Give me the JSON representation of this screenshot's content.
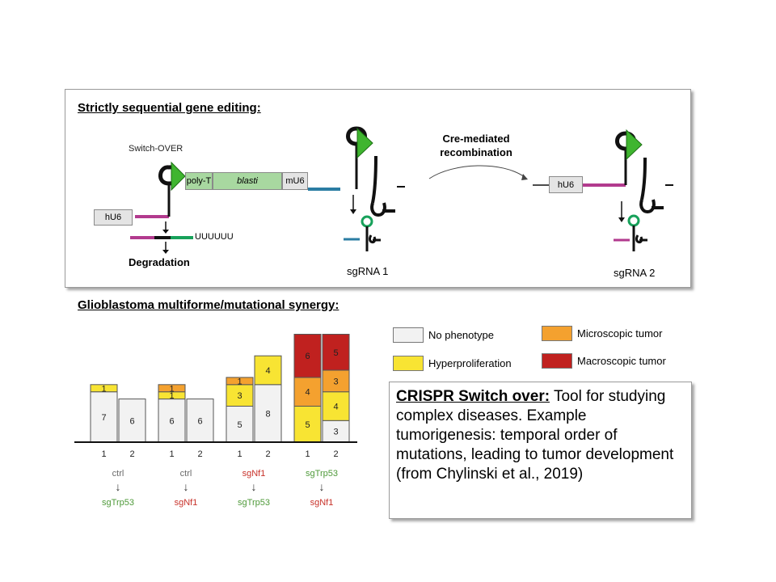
{
  "top": {
    "heading": "Strictly sequential gene editing:",
    "switch_over": "Switch-OVER",
    "hu6": "hU6",
    "poly_t": "poly-T",
    "blasti": "blasti",
    "mu6": "mU6",
    "uuuuuu": "UUUUUU",
    "degradation": "Degradation",
    "sgrna1": "sgRNA 1",
    "cre_line1": "Cre-mediated",
    "cre_line2": "recombination",
    "hu6_right": "hU6",
    "sgrna2": "sgRNA 2"
  },
  "bottom_heading": "Glioblastoma multiforme/mutational synergy:",
  "legend": {
    "no_phenotype": "No phenotype",
    "hyperproliferation": "Hyperproliferation",
    "microscopic": "Microscopic tumor",
    "macroscopic": "Macroscopic tumor"
  },
  "colors": {
    "no_phenotype": "#f2f2f2",
    "hyperproliferation": "#f8e433",
    "microscopic": "#f4a12f",
    "macroscopic": "#c0211f",
    "promoter_green": "#3fb52f",
    "magenta": "#b23a8e",
    "teal": "#2b7da3",
    "green_rna": "#17a15a"
  },
  "chart_data": {
    "type": "bar",
    "stacked": true,
    "groups": [
      {
        "x_ticks": [
          "1",
          "2"
        ],
        "order_line1": "ctrl",
        "order_line2": "sgTrp53",
        "color1": "#6a6a6a",
        "color2": "#4f9a3a",
        "bars": [
          [
            [
              "no_phenotype",
              "7"
            ],
            [
              "hyperproliferation",
              "1"
            ]
          ],
          [
            [
              "no_phenotype",
              "6"
            ]
          ]
        ]
      },
      {
        "x_ticks": [
          "1",
          "2"
        ],
        "order_line1": "ctrl",
        "order_line2": "sgNf1",
        "color1": "#6a6a6a",
        "color2": "#c8322a",
        "bars": [
          [
            [
              "no_phenotype",
              "6"
            ],
            [
              "hyperproliferation",
              "1"
            ],
            [
              "microscopic",
              "1"
            ]
          ],
          [
            [
              "no_phenotype",
              "6"
            ]
          ]
        ]
      },
      {
        "x_ticks": [
          "1",
          "2"
        ],
        "order_line1": "sgNf1",
        "order_line2": "sgTrp53",
        "color1": "#c8322a",
        "color2": "#4f9a3a",
        "bars": [
          [
            [
              "no_phenotype",
              "5"
            ],
            [
              "hyperproliferation",
              "3"
            ],
            [
              "microscopic",
              "1"
            ]
          ],
          [
            [
              "no_phenotype",
              "8"
            ],
            [
              "hyperproliferation",
              "4"
            ]
          ]
        ]
      },
      {
        "x_ticks": [
          "1",
          "2"
        ],
        "order_line1": "sgTrp53",
        "order_line2": "sgNf1",
        "color1": "#4f9a3a",
        "color2": "#c8322a",
        "bars": [
          [
            [
              "hyperproliferation",
              "5"
            ],
            [
              "microscopic",
              "4"
            ],
            [
              "macroscopic",
              "6"
            ]
          ],
          [
            [
              "no_phenotype",
              "3"
            ],
            [
              "hyperproliferation",
              "4"
            ],
            [
              "microscopic",
              "3"
            ],
            [
              "macroscopic",
              "5"
            ]
          ]
        ]
      }
    ]
  },
  "summary": {
    "emph": "CRISPR Switch over:",
    "text": " Tool for studying complex diseases. Example tumorigenesis: temporal order of mutations, leading to tumor development  (from Chylinski et al., 2019)"
  }
}
